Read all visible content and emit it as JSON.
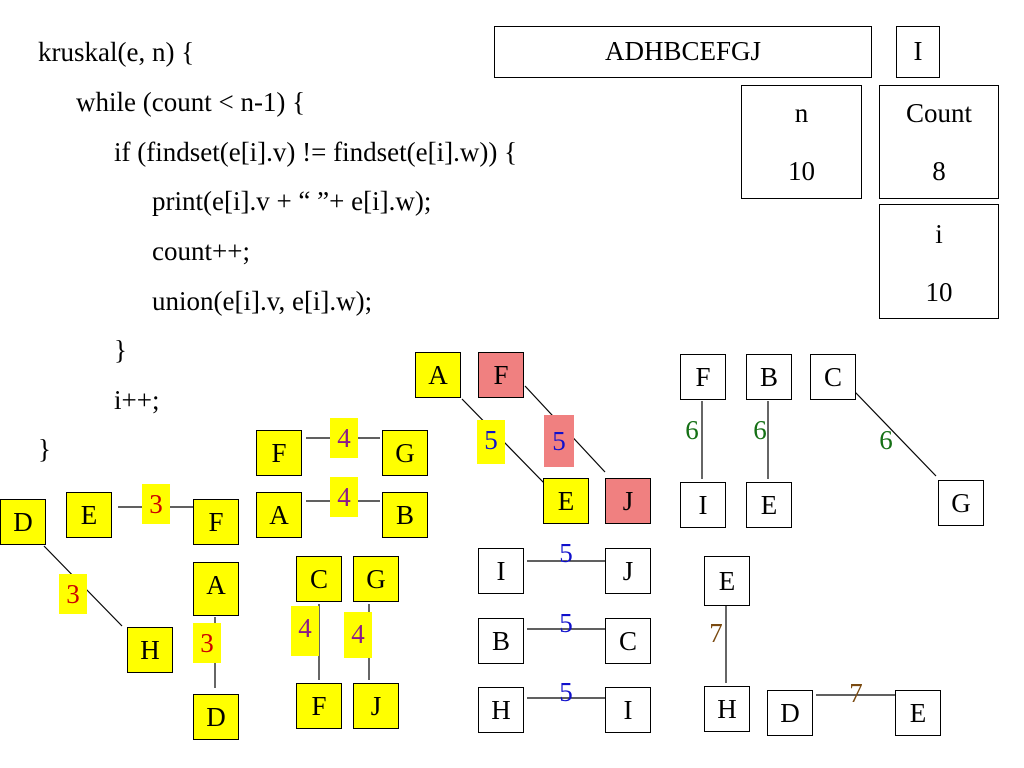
{
  "colors": {
    "selected_fill": "#ffff00",
    "conflict_fill": "#f08080",
    "weight_red": "#cc0000",
    "weight_purple": "#8a1a8a",
    "weight_blue": "#1010cc",
    "weight_green": "#157015",
    "weight_brown": "#7a4a10"
  },
  "code": {
    "lines": [
      "kruskal(e, n) {",
      "while (count < n-1) {",
      "if (findset(e[i].v) != findset(e[i].w)) {",
      "print(e[i].v + “ ”+ e[i].w);",
      "count++;",
      "union(e[i].v, e[i].w);",
      "}",
      "i++;",
      "}"
    ]
  },
  "vars": {
    "sequence": "ADHBCEFGJ",
    "current": "I",
    "n": {
      "label": "n",
      "value": "10"
    },
    "count": {
      "label": "Count",
      "value": "8"
    },
    "i": {
      "label": "i",
      "value": "10"
    }
  },
  "edges": [
    {
      "v": "D",
      "w": "H",
      "weight": "3",
      "state": "selected"
    },
    {
      "v": "E",
      "w": "F",
      "weight": "3",
      "state": "selected"
    },
    {
      "v": "A",
      "w": "D",
      "weight": "3",
      "state": "selected"
    },
    {
      "v": "F",
      "w": "G",
      "weight": "4",
      "state": "selected"
    },
    {
      "v": "A",
      "w": "B",
      "weight": "4",
      "state": "selected"
    },
    {
      "v": "C",
      "w": "F",
      "weight": "4",
      "state": "selected"
    },
    {
      "v": "G",
      "w": "J",
      "weight": "4",
      "state": "selected"
    },
    {
      "v": "A",
      "w": "E",
      "weight": "5",
      "state": "selected"
    },
    {
      "v": "F",
      "w": "J",
      "weight": "5",
      "state": "rejected"
    },
    {
      "v": "I",
      "w": "J",
      "weight": "5",
      "state": "pending"
    },
    {
      "v": "B",
      "w": "C",
      "weight": "5",
      "state": "pending"
    },
    {
      "v": "H",
      "w": "I",
      "weight": "5",
      "state": "pending"
    },
    {
      "v": "F",
      "w": "I",
      "weight": "6",
      "state": "pending"
    },
    {
      "v": "B",
      "w": "E",
      "weight": "6",
      "state": "pending"
    },
    {
      "v": "C",
      "w": "G",
      "weight": "6",
      "state": "pending"
    },
    {
      "v": "E",
      "w": "H",
      "weight": "7",
      "state": "pending"
    },
    {
      "v": "D",
      "w": "E",
      "weight": "7",
      "state": "pending"
    }
  ]
}
